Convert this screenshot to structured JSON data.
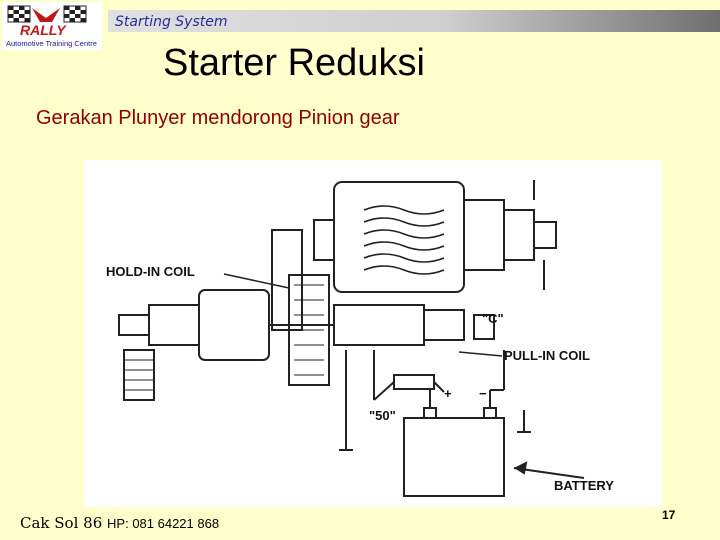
{
  "logo": {
    "brand": "RALLY",
    "tagline": "Automotive Training Centre"
  },
  "header": {
    "section": "Starting System"
  },
  "slide": {
    "title": "Starter Reduksi",
    "subtitle": "Gerakan Plunyer mendorong Pinion gear"
  },
  "diagram": {
    "labels": {
      "hold_in_coil": "HOLD-IN COIL",
      "c_terminal": "\"C\"",
      "pull_in_coil": "PULL-IN COIL",
      "terminal_50": "\"50\"",
      "battery": "BATTERY",
      "plus": "+",
      "minus": "−"
    }
  },
  "footer": {
    "author": "Cak Sol 86",
    "phone": "HP: 081 64221 868"
  },
  "page_number": "17"
}
